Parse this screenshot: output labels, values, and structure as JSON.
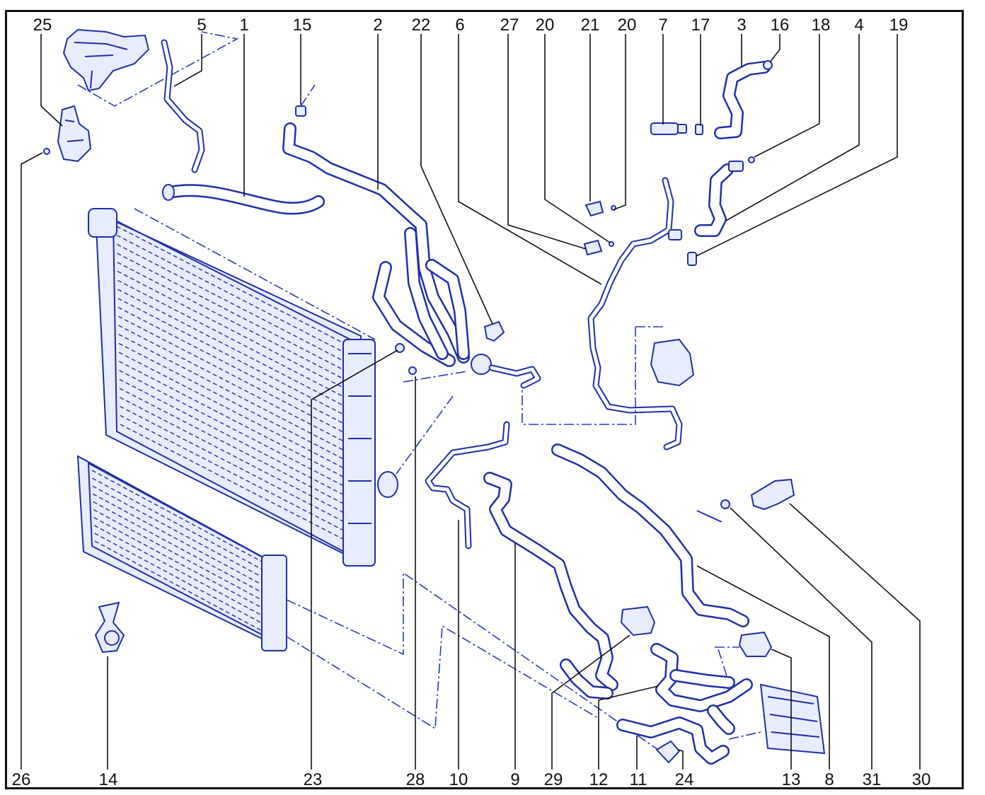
{
  "diagram": {
    "callouts": [
      {
        "id": "c25",
        "label": "25"
      },
      {
        "id": "c5",
        "label": "5"
      },
      {
        "id": "c1",
        "label": "1"
      },
      {
        "id": "c15",
        "label": "15"
      },
      {
        "id": "c2",
        "label": "2"
      },
      {
        "id": "c22",
        "label": "22"
      },
      {
        "id": "c6",
        "label": "6"
      },
      {
        "id": "c27",
        "label": "27"
      },
      {
        "id": "c20a",
        "label": "20"
      },
      {
        "id": "c21",
        "label": "21"
      },
      {
        "id": "c20b",
        "label": "20"
      },
      {
        "id": "c7",
        "label": "7"
      },
      {
        "id": "c17",
        "label": "17"
      },
      {
        "id": "c3",
        "label": "3"
      },
      {
        "id": "c16",
        "label": "16"
      },
      {
        "id": "c18",
        "label": "18"
      },
      {
        "id": "c4",
        "label": "4"
      },
      {
        "id": "c19",
        "label": "19"
      },
      {
        "id": "c26",
        "label": "26"
      },
      {
        "id": "c14",
        "label": "14"
      },
      {
        "id": "c23",
        "label": "23"
      },
      {
        "id": "c28",
        "label": "28"
      },
      {
        "id": "c10",
        "label": "10"
      },
      {
        "id": "c9",
        "label": "9"
      },
      {
        "id": "c29",
        "label": "29"
      },
      {
        "id": "c12",
        "label": "12"
      },
      {
        "id": "c11",
        "label": "11"
      },
      {
        "id": "c24",
        "label": "24"
      },
      {
        "id": "c13",
        "label": "13"
      },
      {
        "id": "c8",
        "label": "8"
      },
      {
        "id": "c31",
        "label": "31"
      },
      {
        "id": "c30",
        "label": "30"
      }
    ],
    "colors": {
      "line_art": "#1f2fa8",
      "fill": "#e8ecff",
      "text": "#111111",
      "frame": "#111111"
    }
  }
}
